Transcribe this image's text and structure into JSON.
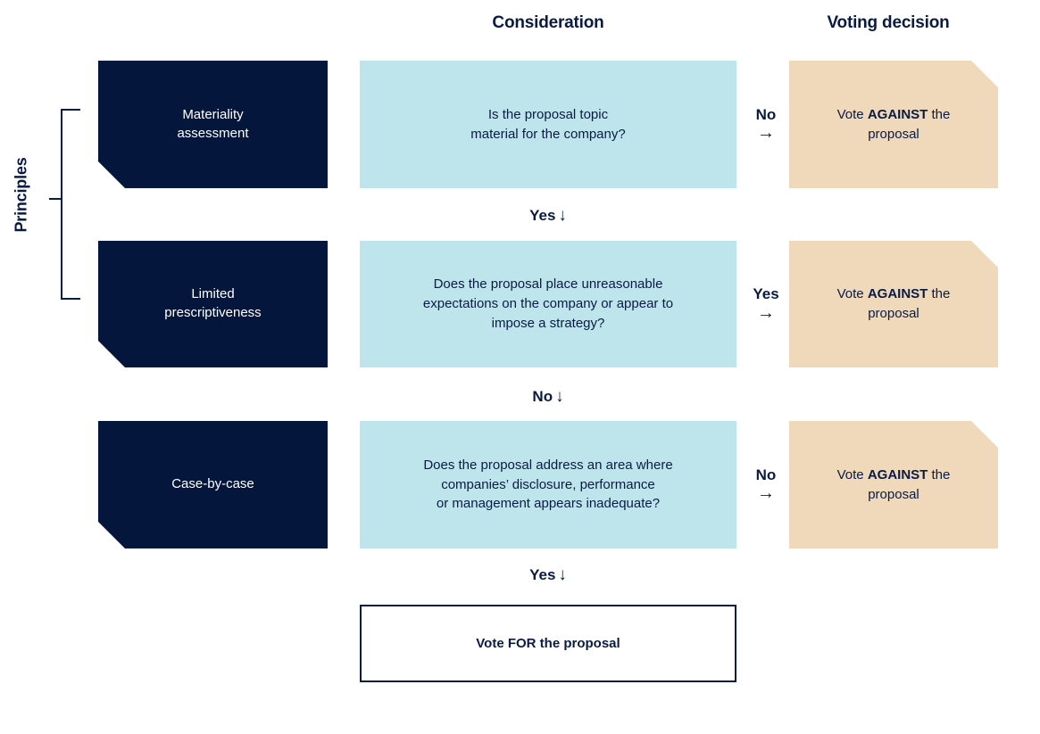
{
  "headers": {
    "principles_label": "Principles",
    "consideration": "Consideration",
    "voting_decision": "Voting decision"
  },
  "rows": [
    {
      "principle": "Materiality\nassessment",
      "consideration": "Is the proposal topic\nmaterial for the company?",
      "branch_label": "No",
      "branch_arrow": "→",
      "decision_prefix": "Vote ",
      "decision_emphasis": "AGAINST",
      "decision_suffix": " the proposal"
    },
    {
      "principle": "Limited\nprescriptiveness",
      "consideration": "Does the proposal place unreasonable\nexpectations on the company or appear to\nimpose a strategy?",
      "branch_label": "Yes",
      "branch_arrow": "→",
      "decision_prefix": "Vote ",
      "decision_emphasis": "AGAINST",
      "decision_suffix": " the proposal"
    },
    {
      "principle": "Case-by-case",
      "consideration": "Does the proposal address an area where\ncompanies’ disclosure, performance\nor management appears inadequate?",
      "branch_label": "No",
      "branch_arrow": "→",
      "decision_prefix": "Vote ",
      "decision_emphasis": "AGAINST",
      "decision_suffix": " the proposal"
    }
  ],
  "connectors": [
    {
      "label": "Yes",
      "arrow": "↓"
    },
    {
      "label": "No",
      "arrow": "↓"
    },
    {
      "label": "Yes",
      "arrow": "↓"
    }
  ],
  "final_outcome": {
    "prefix": "Vote ",
    "emphasis": "FOR",
    "suffix": " the proposal"
  },
  "colors": {
    "navy": "#05163c",
    "text_navy": "#0a1b43",
    "light_blue": "#bee5ec",
    "tan": "#f0d8bb",
    "background": "#ffffff"
  }
}
